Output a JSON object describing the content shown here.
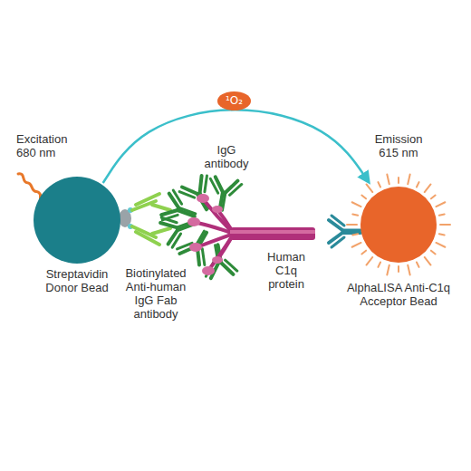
{
  "diagram": {
    "nodes": [
      {
        "text": [
          "Streptavidin Donor Bead"
        ]
      },
      {
        "text": [
          "AlphaLISA Anti-C1q Acceptor Bead"
        ]
      }
    ],
    "edges": [
      {
        "from": 0,
        "to": 1,
        "arrow": "to",
        "label": "¹O₂"
      }
    ],
    "labels": [
      "Excitation 680 nm",
      "IgG antibody",
      "Emission 615 nm",
      "Biotinylated Anti-human IgG Fab antibody",
      "Human C1q protein"
    ]
  }
}
